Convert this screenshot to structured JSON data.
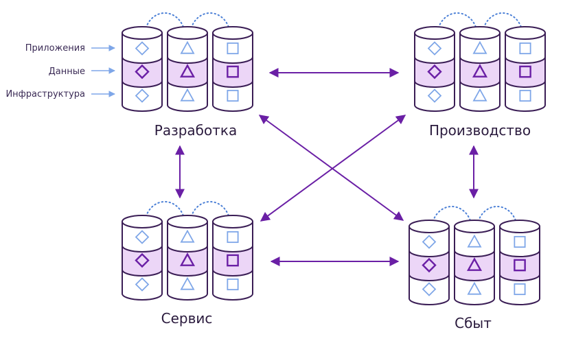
{
  "layer_labels": [
    "Приложения",
    "Данные",
    "Инфраструктура"
  ],
  "clusters": [
    {
      "id": "dev",
      "label": "Разработка"
    },
    {
      "id": "prod",
      "label": "Производство"
    },
    {
      "id": "serv",
      "label": "Сервис"
    },
    {
      "id": "sales",
      "label": "Сбыт"
    }
  ],
  "colors": {
    "outline": "#3a1d55",
    "highlight_band": "#ecd6f7",
    "arrow": "#6a1fa5",
    "light_shape": "#7ea6e8",
    "dark_shape": "#6a1fa5",
    "layer_arrow": "#7ea6e8",
    "dotted": "#4a7fd6"
  },
  "shapes": [
    "diamond-icon",
    "triangle-icon",
    "square-icon"
  ]
}
